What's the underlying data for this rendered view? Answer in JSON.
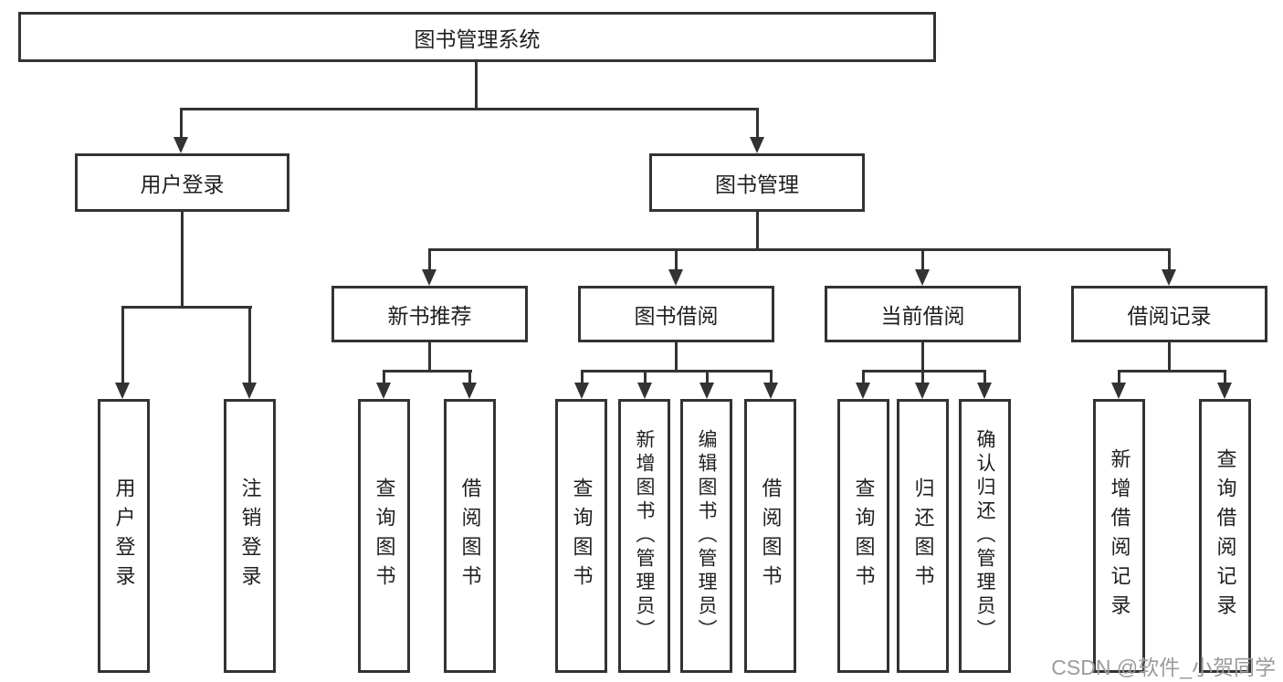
{
  "colors": {
    "line": "#333333",
    "text": "#1f1f1f",
    "background": "#ffffff",
    "watermark": "#9b9b9b"
  },
  "nodes": {
    "root": "图书管理系统",
    "user_login": "用户登录",
    "book_mgmt": "图书管理",
    "new_book": "新书推荐",
    "book_borrow": "图书借阅",
    "current_borrow": "当前借阅",
    "borrow_record": "借阅记录",
    "leaf_user_login": "用户登录",
    "leaf_logout": "注销登录",
    "leaf_nb_query": "查询图书",
    "leaf_nb_borrow": "借阅图书",
    "leaf_bb_query": "查询图书",
    "leaf_bb_add": "新增图书（管理员）",
    "leaf_bb_edit": "编辑图书（管理员）",
    "leaf_bb_borrow": "借阅图书",
    "leaf_cb_query": "查询图书",
    "leaf_cb_return": "归还图书",
    "leaf_cb_confirm": "确认归还（管理员）",
    "leaf_br_add": "新增借阅记录",
    "leaf_br_query": "查询借阅记录"
  },
  "watermark": "CSDN @软件_小贺同学"
}
